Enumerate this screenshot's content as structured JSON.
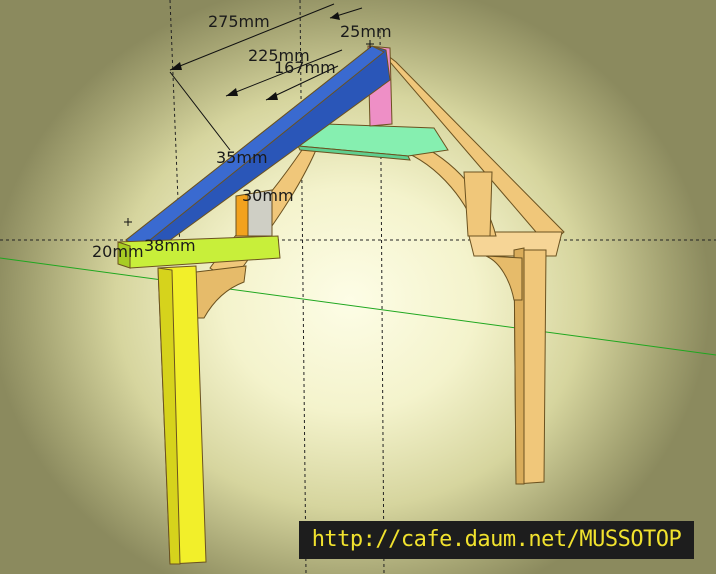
{
  "viewport": {
    "background_center": "#fdfde6",
    "background_edge": "#8b8a5e"
  },
  "dimensions": {
    "d275": "275mm",
    "d25": "25mm",
    "d225": "225mm",
    "d167": "167mm",
    "d35": "35mm",
    "d30": "30mm",
    "d38": "38mm",
    "d20": "20mm"
  },
  "watermark": {
    "text": "http://cafe.daum.net/MUSSOTOP",
    "background": "#1d1d1d",
    "color": "#f1e22e"
  },
  "colors": {
    "timber": "#f0c77a",
    "rafter": "#2a56b8",
    "ridge_block": "#ee8fc6",
    "collar_tie": "#86efb0",
    "wall_plate": "#c8ef3a",
    "post": "#f2ef2a",
    "stud_orange": "#f2a21e",
    "stud_grey": "#cfcfc5",
    "green_axis": "#1fa71f"
  }
}
